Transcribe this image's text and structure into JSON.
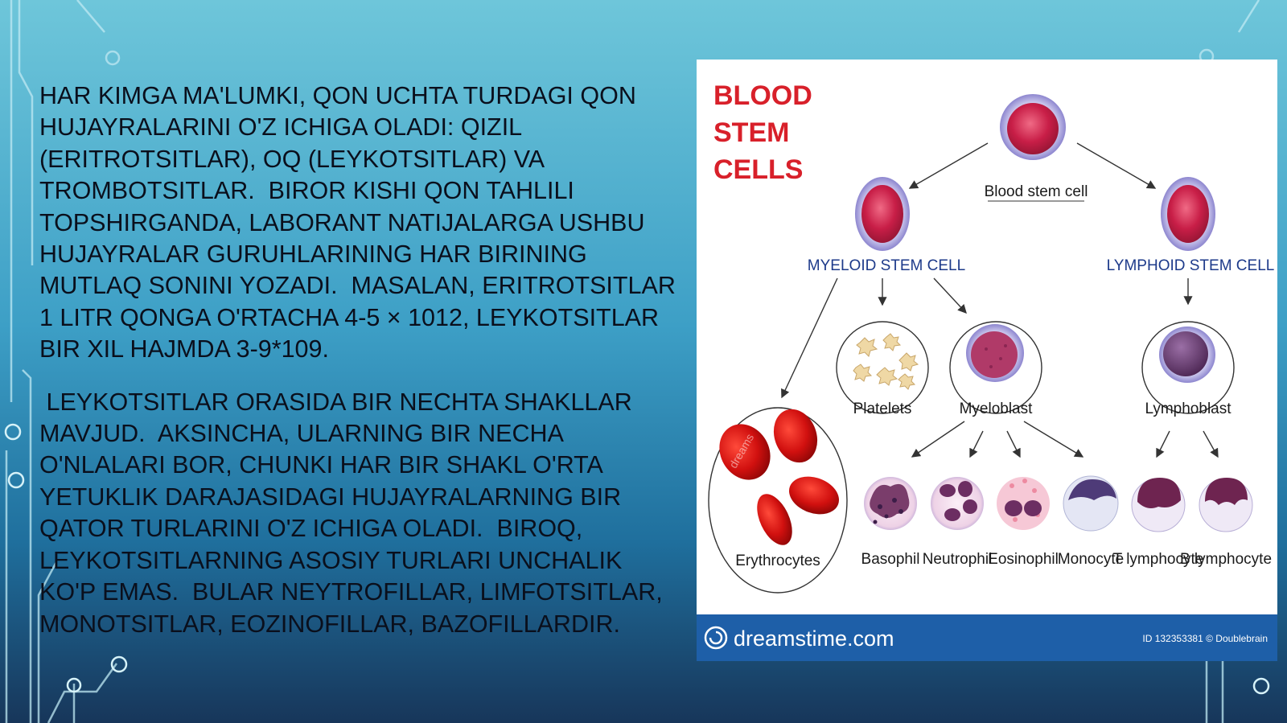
{
  "slide": {
    "paragraphs": [
      "HAR KIMGA MA'LUMKI, QON UCHTA TURDAGI QON HUJAYRALARINI O'Z ICHIGA OLADI: QIZIL (ERITROTSITLAR), OQ (LEYKOTSITLAR) VA TROMBOTSITLAR.  BIROR KISHI QON TAHLILI TOPSHIRGANDA, LABORANT NATIJALARGA USHBU HUJAYRALAR GURUHLARINING HAR BIRINING MUTLAQ SONINI YOZADI.  MASALAN, ERITROTSITLAR 1 LITR QONGA O'RTACHA 4-5 × 1012, LEYKOTSITLAR BIR XIL HAJMDA 3-9*109.",
      " LEYKOTSITLAR ORASIDA BIR NECHTA SHAKLLAR MAVJUD.  AKSINCHA, ULARNING BIR NECHA O'NLALARI BOR, CHUNKI HAR BIR SHAKL O'RTA YETUKLIK DARAJASIDAGI HUJAYRALARNING BIR QATOR TURLARINI O'Z ICHIGA OLADI.  BIROQ, LEYKOTSITLARNING ASOSIY TURLARI UNCHALIK KO'P EMAS.  BULAR NEYTROFILLAR, LIMFOTSITLAR, MONOTSITLAR, EOZINOFILLAR, BAZOFILLARDIR."
    ]
  },
  "figure": {
    "title": [
      "BLOOD",
      "STEM",
      "CELLS"
    ],
    "root": "Blood stem cell",
    "myeloid": "MYELOID STEM CELL",
    "lymphoid": "LYMPHOID STEM CELL",
    "platelets": "Platelets",
    "myeloblast": "Myeloblast",
    "lymphoblast": "Lymphoblast",
    "erythrocytes": "Erythrocytes",
    "leukocytes": [
      "Basophil",
      "Neutrophil",
      "Eosinophil",
      "Monocyte",
      "T lymphocyte",
      "B lymphocyte"
    ],
    "watermark_text": "dreamstime.com",
    "watermark_id": "ID 132353381 © Doublebrain",
    "watermark_overlay": "dreams"
  },
  "colors": {
    "background_top": "#6ec6da",
    "background_bottom": "#17365a",
    "title_red": "#d8202a",
    "stem_label_blue": "#1d3a8a",
    "watermark_bar": "#1e5fa8"
  }
}
